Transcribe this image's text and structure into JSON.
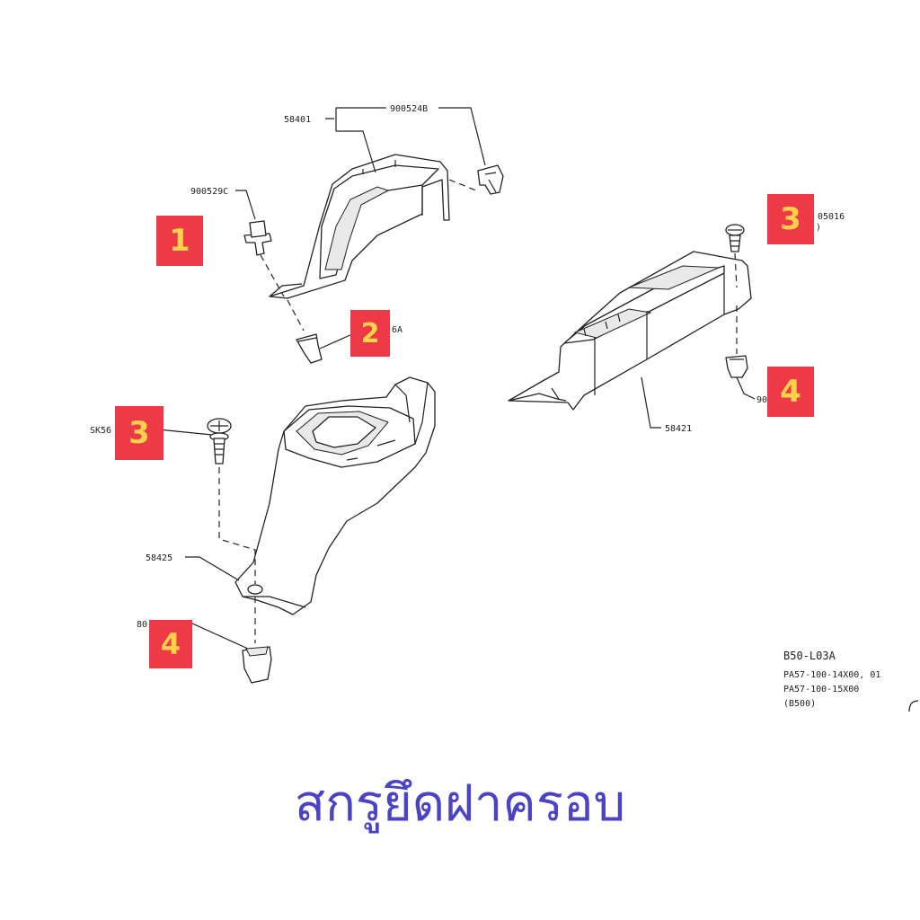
{
  "part_numbers": {
    "p58401": "58401",
    "p900524b": "900524B",
    "p900529c": "900529C",
    "p6a": "6A",
    "p05016": "05016",
    "p58421": "58421",
    "p90": "90",
    "psk56": "SK56",
    "p58425": "58425",
    "p80": "80"
  },
  "badges": {
    "b1": "1",
    "b2": "2",
    "b3_right": "3",
    "b4_right": "4",
    "b3_left": "3",
    "b4_left": "4"
  },
  "reference_block": {
    "code": "B50-L03A",
    "line1": "PA57-100-14X00, 01",
    "line2": "PA57-100-15X00",
    "line3": "(B500)"
  },
  "caption": "สกรูยึดฝาครอบ",
  "colors": {
    "badge_background": "#ee3a46",
    "badge_text": "#ffd24a",
    "caption_text": "#4a43c4",
    "line_art": "#222222"
  }
}
